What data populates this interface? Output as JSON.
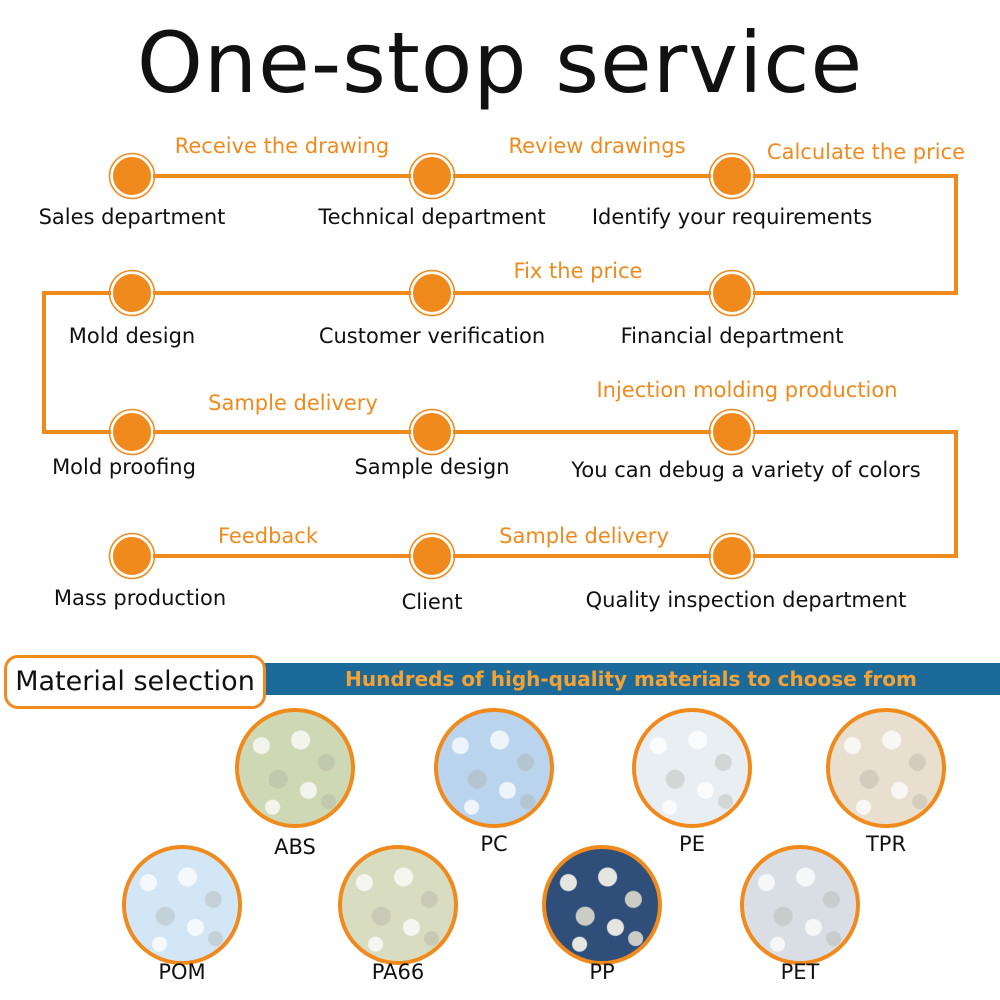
{
  "title": "One-stop service",
  "flow": {
    "steps": [
      {
        "id": "s1",
        "label": "Sales department"
      },
      {
        "id": "s2",
        "label": "Technical department"
      },
      {
        "id": "s3",
        "label": "Identify your requirements"
      },
      {
        "id": "s4",
        "label": "Financial department"
      },
      {
        "id": "s5",
        "label": "Customer verification"
      },
      {
        "id": "s6",
        "label": "Mold design"
      },
      {
        "id": "s7",
        "label": "Mold proofing"
      },
      {
        "id": "s8",
        "label": "Sample design"
      },
      {
        "id": "s9",
        "label": "You can debug a variety of colors"
      },
      {
        "id": "s10",
        "label": "Quality inspection department"
      },
      {
        "id": "s11",
        "label": "Client"
      },
      {
        "id": "s12",
        "label": "Mass production"
      }
    ],
    "edges": [
      {
        "from": "s1",
        "to": "s2",
        "label": "Receive the drawing"
      },
      {
        "from": "s2",
        "to": "s3",
        "label": "Review drawings"
      },
      {
        "from": "s3",
        "to": "s4",
        "label": "Calculate the price"
      },
      {
        "from": "s4",
        "to": "s5",
        "label": "Fix the price"
      },
      {
        "from": "s5",
        "to": "s6",
        "label": ""
      },
      {
        "from": "s6",
        "to": "s7",
        "label": ""
      },
      {
        "from": "s7",
        "to": "s8",
        "label": "Sample delivery"
      },
      {
        "from": "s8",
        "to": "s9",
        "label": "Injection molding production"
      },
      {
        "from": "s9",
        "to": "s10",
        "label": ""
      },
      {
        "from": "s10",
        "to": "s11",
        "label": "Sample delivery"
      },
      {
        "from": "s11",
        "to": "s12",
        "label": "Feedback"
      }
    ]
  },
  "materials": {
    "label": "Material selection",
    "banner": "Hundreds of high-quality materials to choose from",
    "items": [
      {
        "name": "ABS",
        "tone": "#cfd8b4"
      },
      {
        "name": "PC",
        "tone": "#b9d4ec"
      },
      {
        "name": "PE",
        "tone": "#e8eef2"
      },
      {
        "name": "TPR",
        "tone": "#e9dfcf"
      },
      {
        "name": "POM",
        "tone": "#d3e6f6"
      },
      {
        "name": "PA66",
        "tone": "#d8dcc0"
      },
      {
        "name": "PP",
        "tone": "#2f4f7a"
      },
      {
        "name": "PET",
        "tone": "#d9dee4"
      }
    ]
  },
  "colors": {
    "accent": "#f08a1c",
    "banner": "#1c6a9a",
    "banner_text": "#f5a234"
  }
}
